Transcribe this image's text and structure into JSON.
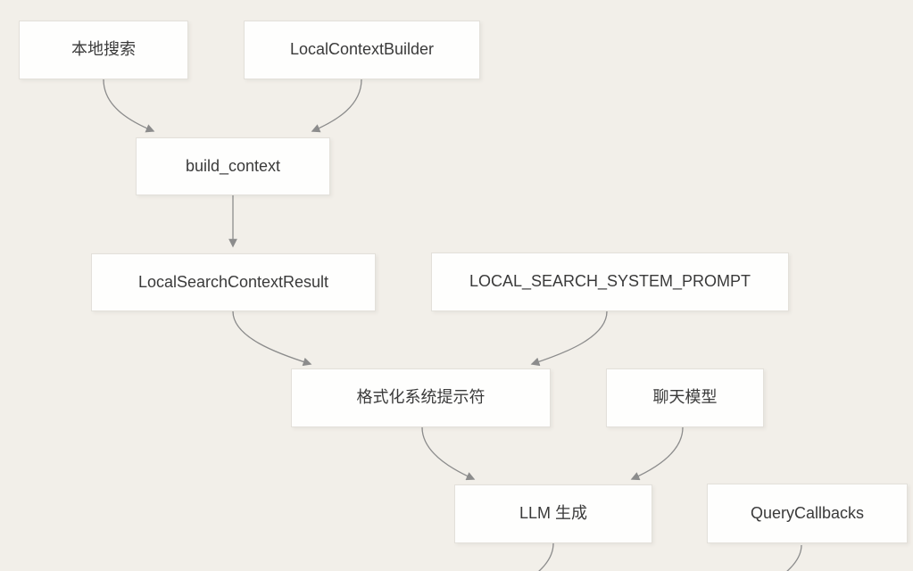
{
  "diagram": {
    "type": "flowchart",
    "direction": "top-down",
    "nodes": [
      {
        "id": "local-search",
        "label": "本地搜索"
      },
      {
        "id": "local-context-builder",
        "label": "LocalContextBuilder"
      },
      {
        "id": "build-context",
        "label": "build_context"
      },
      {
        "id": "local-search-context-result",
        "label": "LocalSearchContextResult"
      },
      {
        "id": "local-search-system-prompt",
        "label": "LOCAL_SEARCH_SYSTEM_PROMPT"
      },
      {
        "id": "format-system-prompt",
        "label": "格式化系统提示符"
      },
      {
        "id": "chat-model",
        "label": "聊天模型"
      },
      {
        "id": "llm-generate",
        "label": "LLM 生成"
      },
      {
        "id": "query-callbacks",
        "label": "QueryCallbacks"
      }
    ],
    "edges": [
      {
        "from": "local-search",
        "to": "build-context",
        "arrowhead": true
      },
      {
        "from": "local-context-builder",
        "to": "build-context",
        "arrowhead": true
      },
      {
        "from": "build-context",
        "to": "local-search-context-result",
        "arrowhead": true
      },
      {
        "from": "local-search-context-result",
        "to": "format-system-prompt",
        "arrowhead": true
      },
      {
        "from": "local-search-system-prompt",
        "to": "format-system-prompt",
        "arrowhead": true
      },
      {
        "from": "format-system-prompt",
        "to": "llm-generate",
        "arrowhead": true
      },
      {
        "from": "chat-model",
        "to": "llm-generate",
        "arrowhead": true
      },
      {
        "from": "llm-generate",
        "to": "offscreen-bottom",
        "arrowhead": false
      },
      {
        "from": "query-callbacks",
        "to": "offscreen-bottom",
        "arrowhead": false
      }
    ],
    "colors": {
      "background": "#f2efe9",
      "node_fill": "#fefefd",
      "node_border": "#e3e0da",
      "node_text": "#3a3a3a",
      "edge": "#8c8c8c"
    }
  }
}
